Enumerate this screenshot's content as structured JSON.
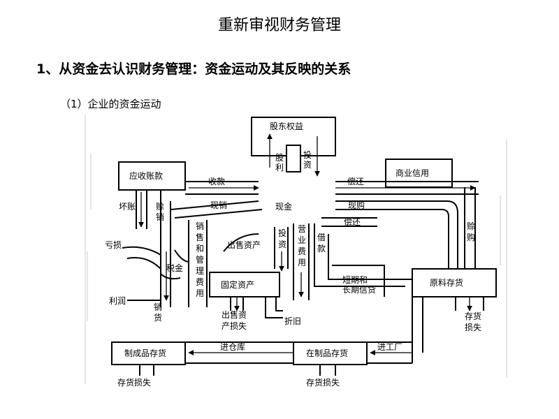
{
  "page": {
    "title": "重新审视财务管理",
    "heading": "1、从资金去认识财务管理：资金运动及其反映的关系",
    "subheading": "（1）企业的资金运动"
  },
  "diagram": {
    "shareholders": "股东权益",
    "dividend": "股利",
    "investment": "投资",
    "receivables": "应收账款",
    "commercial_credit": "商业信用",
    "collection": "收款",
    "repay": "偿还",
    "cash": "现金",
    "cash_sales": "现销",
    "cash_purchase": "现购",
    "repay2": "偿还",
    "bad_debt": "坏账",
    "credit_sales": "赊销",
    "credit_purchase": "赊购",
    "loss": "亏损",
    "tax": "税金",
    "profit": "利润",
    "selling_admin_expense": "销售和管理费用",
    "sale_of_assets": "出售资产",
    "invest2": "投资",
    "operating_expense": "营业费用",
    "loan": "借款",
    "short_long_credit": "短期和长期信贷",
    "fixed_assets": "固定资产",
    "raw_materials": "原料存货",
    "asset_sale_loss": "出售资产损失",
    "depreciation": "折旧",
    "cost_of_goods_sold": "销货",
    "inventory_loss": "存货损失",
    "finished_goods": "制成品存货",
    "to_warehouse": "进仓库",
    "wip": "在制品存货",
    "to_factory": "进工厂",
    "finished_loss": "存货损失",
    "wip_loss": "存货损失"
  }
}
